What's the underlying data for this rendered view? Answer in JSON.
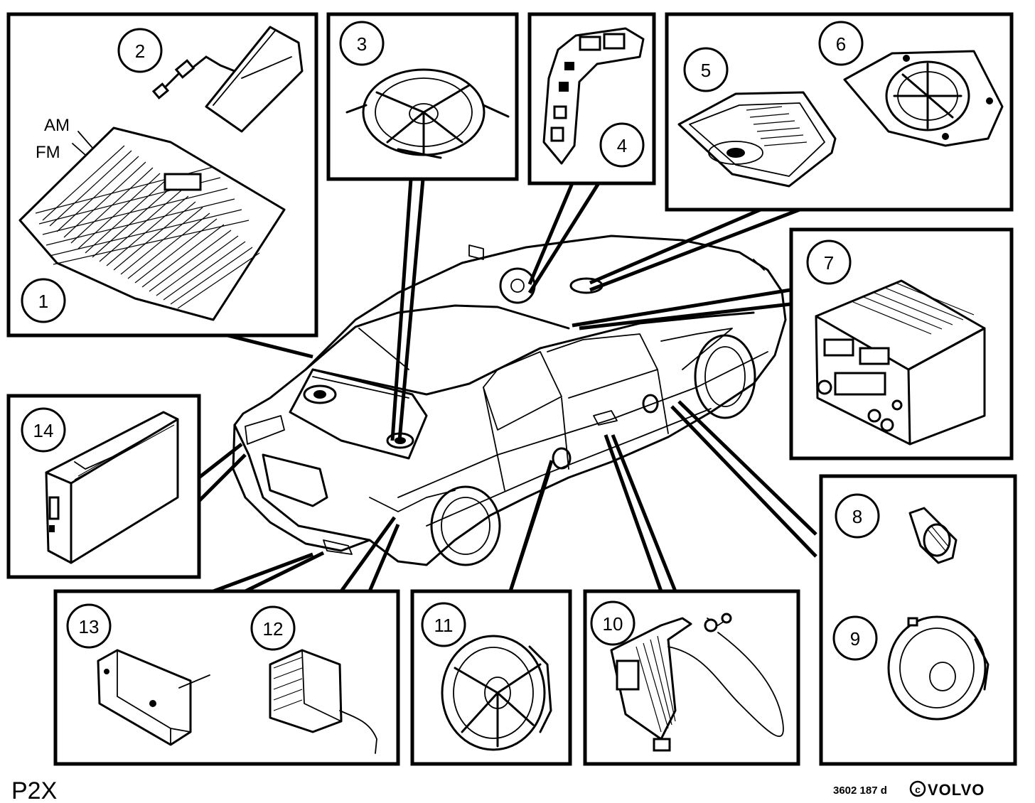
{
  "diagram": {
    "model_code": "P2X",
    "doc_ref": "3602 187 d",
    "copyright_symbol": "c",
    "brand": "VOLVO"
  },
  "labels": {
    "am": "AM",
    "fm": "FM"
  },
  "callouts": [
    {
      "id": "1",
      "label": "1",
      "part": "windscreen-antenna"
    },
    {
      "id": "2",
      "label": "2",
      "part": "antenna-amplifier"
    },
    {
      "id": "3",
      "label": "3",
      "part": "rear-shelf-speaker"
    },
    {
      "id": "4",
      "label": "4",
      "part": "steering-wheel-controls"
    },
    {
      "id": "5",
      "label": "5",
      "part": "centre-dash-speaker"
    },
    {
      "id": "6",
      "label": "6",
      "part": "dash-speaker"
    },
    {
      "id": "7",
      "label": "7",
      "part": "radio-head-unit"
    },
    {
      "id": "8",
      "label": "8",
      "part": "tweeter"
    },
    {
      "id": "9",
      "label": "9",
      "part": "front-door-speaker"
    },
    {
      "id": "10",
      "label": "10",
      "part": "subwoofer-amplifier"
    },
    {
      "id": "11",
      "label": "11",
      "part": "rear-door-speaker"
    },
    {
      "id": "12",
      "label": "12",
      "part": "module-with-bracket"
    },
    {
      "id": "13",
      "label": "13",
      "part": "control-module"
    },
    {
      "id": "14",
      "label": "14",
      "part": "cd-changer"
    }
  ]
}
